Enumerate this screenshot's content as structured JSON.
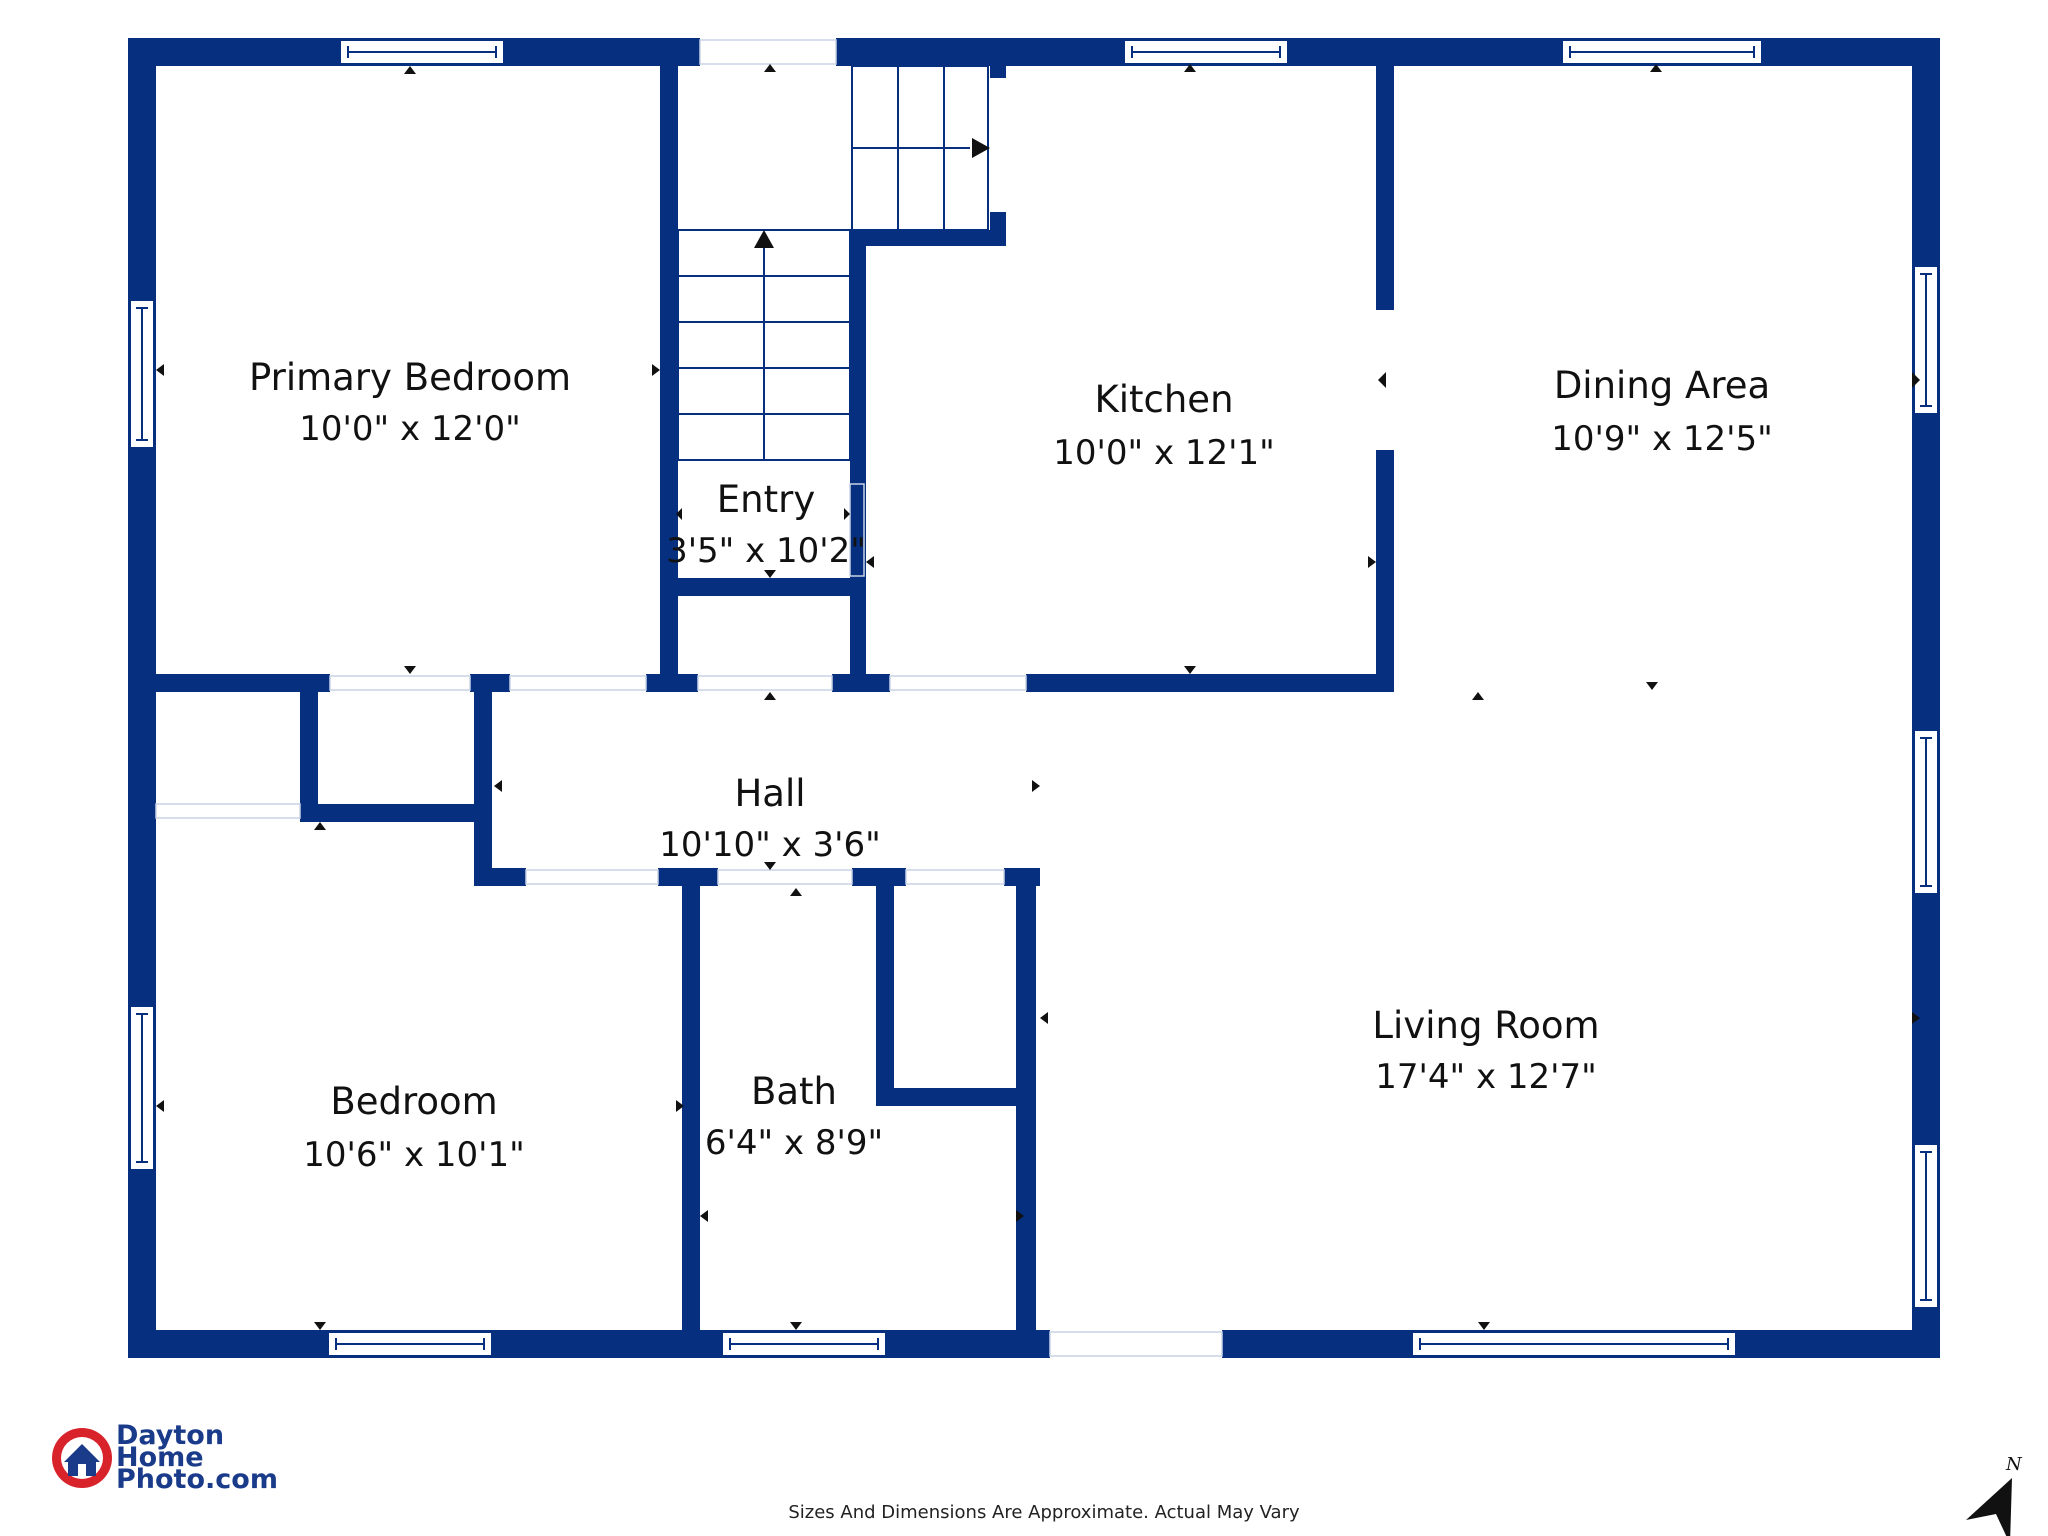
{
  "rooms": {
    "primary_bedroom": {
      "name": "Primary Bedroom",
      "dims": "10'0\" x 12'0\""
    },
    "entry": {
      "name": "Entry",
      "dims": "3'5\" x 10'2\""
    },
    "kitchen": {
      "name": "Kitchen",
      "dims": "10'0\" x 12'1\""
    },
    "dining_area": {
      "name": "Dining Area",
      "dims": "10'9\" x 12'5\""
    },
    "hall": {
      "name": "Hall",
      "dims": "10'10\" x 3'6\""
    },
    "bedroom": {
      "name": "Bedroom",
      "dims": "10'6\" x 10'1\""
    },
    "bath": {
      "name": "Bath",
      "dims": "6'4\" x 8'9\""
    },
    "living_room": {
      "name": "Living Room",
      "dims": "17'4\" x 12'7\""
    }
  },
  "logo": {
    "line1": "Dayton",
    "line2": "Home",
    "line3": "Photo.com"
  },
  "disclaimer": "Sizes And Dimensions Are Approximate. Actual May Vary",
  "north_label": "N",
  "colors": {
    "wall": "#06307f",
    "logo_red": "#d8232a",
    "logo_blue": "#1a3a8a"
  }
}
